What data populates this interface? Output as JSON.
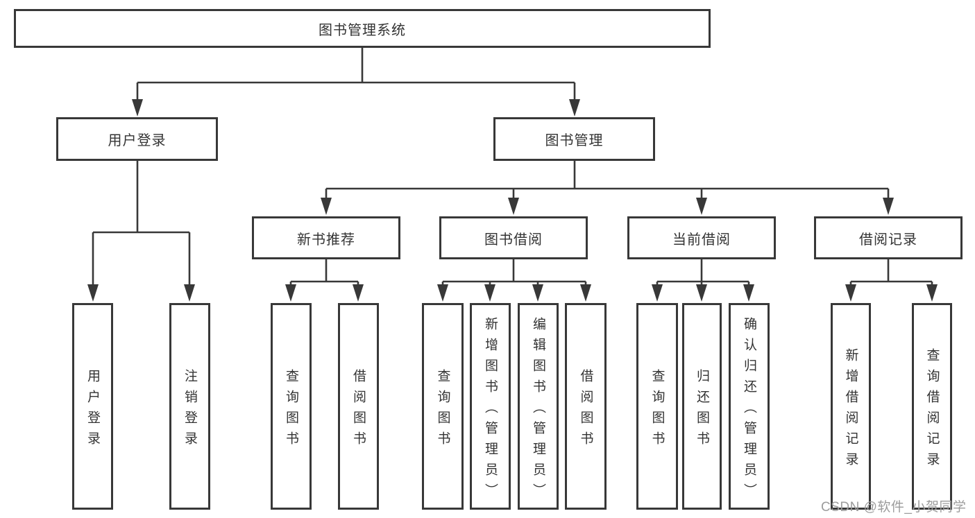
{
  "tree": {
    "label": "图书管理系统",
    "children": [
      {
        "label": "用户登录",
        "children": [
          {
            "label": "用户登录"
          },
          {
            "label": "注销登录"
          }
        ]
      },
      {
        "label": "图书管理",
        "children": [
          {
            "label": "新书推荐",
            "children": [
              {
                "label": "查询图书"
              },
              {
                "label": "借阅图书"
              }
            ]
          },
          {
            "label": "图书借阅",
            "children": [
              {
                "label": "查询图书"
              },
              {
                "label": "新增图书（管理员）"
              },
              {
                "label": "编辑图书（管理员）"
              },
              {
                "label": "借阅图书"
              }
            ]
          },
          {
            "label": "当前借阅",
            "children": [
              {
                "label": "查询图书"
              },
              {
                "label": "归还图书"
              },
              {
                "label": "确认归还（管理员）"
              }
            ]
          },
          {
            "label": "借阅记录",
            "children": [
              {
                "label": "新增借阅记录"
              },
              {
                "label": "查询借阅记录"
              }
            ]
          }
        ]
      }
    ]
  },
  "watermark": {
    "text": "CSDN @软件_小贺同学"
  },
  "colors": {
    "line": "#383838",
    "text": "#333333",
    "background": "#ffffff",
    "watermark": "#9c9c9c"
  }
}
